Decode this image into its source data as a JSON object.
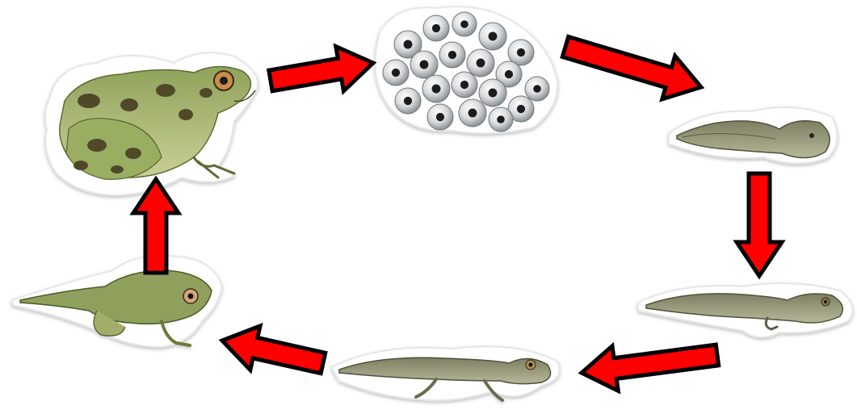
{
  "diagram": {
    "title": "",
    "type": "cycle",
    "arrow_color": "#ff0000",
    "arrow_outline_color": "#000000",
    "stages": [
      {
        "name": "adult-frog",
        "icon": "frog-icon"
      },
      {
        "name": "frog-eggs",
        "icon": "egg-cluster-icon"
      },
      {
        "name": "tadpole-hatchling",
        "icon": "tadpole-icon"
      },
      {
        "name": "tadpole-with-hind-legs",
        "icon": "tadpole-legs-icon"
      },
      {
        "name": "tadpole-with-four-legs",
        "icon": "tadpole-four-legs-icon"
      },
      {
        "name": "froglet",
        "icon": "froglet-icon"
      }
    ],
    "flow": [
      "adult-frog",
      "frog-eggs",
      "tadpole-hatchling",
      "tadpole-with-hind-legs",
      "tadpole-with-four-legs",
      "froglet",
      "adult-frog"
    ]
  }
}
